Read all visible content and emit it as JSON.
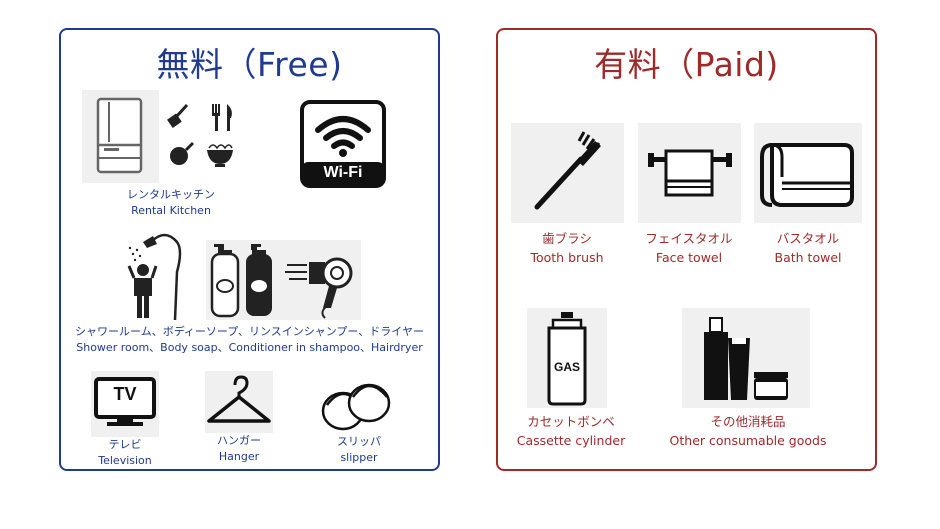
{
  "free": {
    "title": "無料（Free)",
    "kitchen": {
      "jp": "レンタルキッチン",
      "en": "Rental Kitchen"
    },
    "bath": {
      "jp": "シャワールーム、ボディーソープ、リンスインシャンプー、ドライヤー",
      "en": "Shower room、Body soap、Conditioner in shampoo、Hairdryer"
    },
    "tv": {
      "jp": "テレビ",
      "en": "Television",
      "icon_text": "TV"
    },
    "hanger": {
      "jp": "ハンガー",
      "en": "Hanger"
    },
    "slipper": {
      "jp": "スリッパ",
      "en": "slipper"
    },
    "wifi_text": "Wi-Fi"
  },
  "paid": {
    "title": "有料（Paid)",
    "toothbrush": {
      "jp": "歯ブラシ",
      "en": "Tooth brush"
    },
    "face_towel": {
      "jp": "フェイスタオル",
      "en": "Face towel"
    },
    "bath_towel": {
      "jp": "バスタオル",
      "en": "Bath towel"
    },
    "gas": {
      "jp": "カセットボンベ",
      "en": "Cassette cylinder",
      "icon_text": "GAS"
    },
    "other": {
      "jp": "その他消耗品",
      "en": "Other consumable goods"
    }
  },
  "colors": {
    "free_accent": "#1f3a8f",
    "paid_accent": "#9e2a2a"
  }
}
